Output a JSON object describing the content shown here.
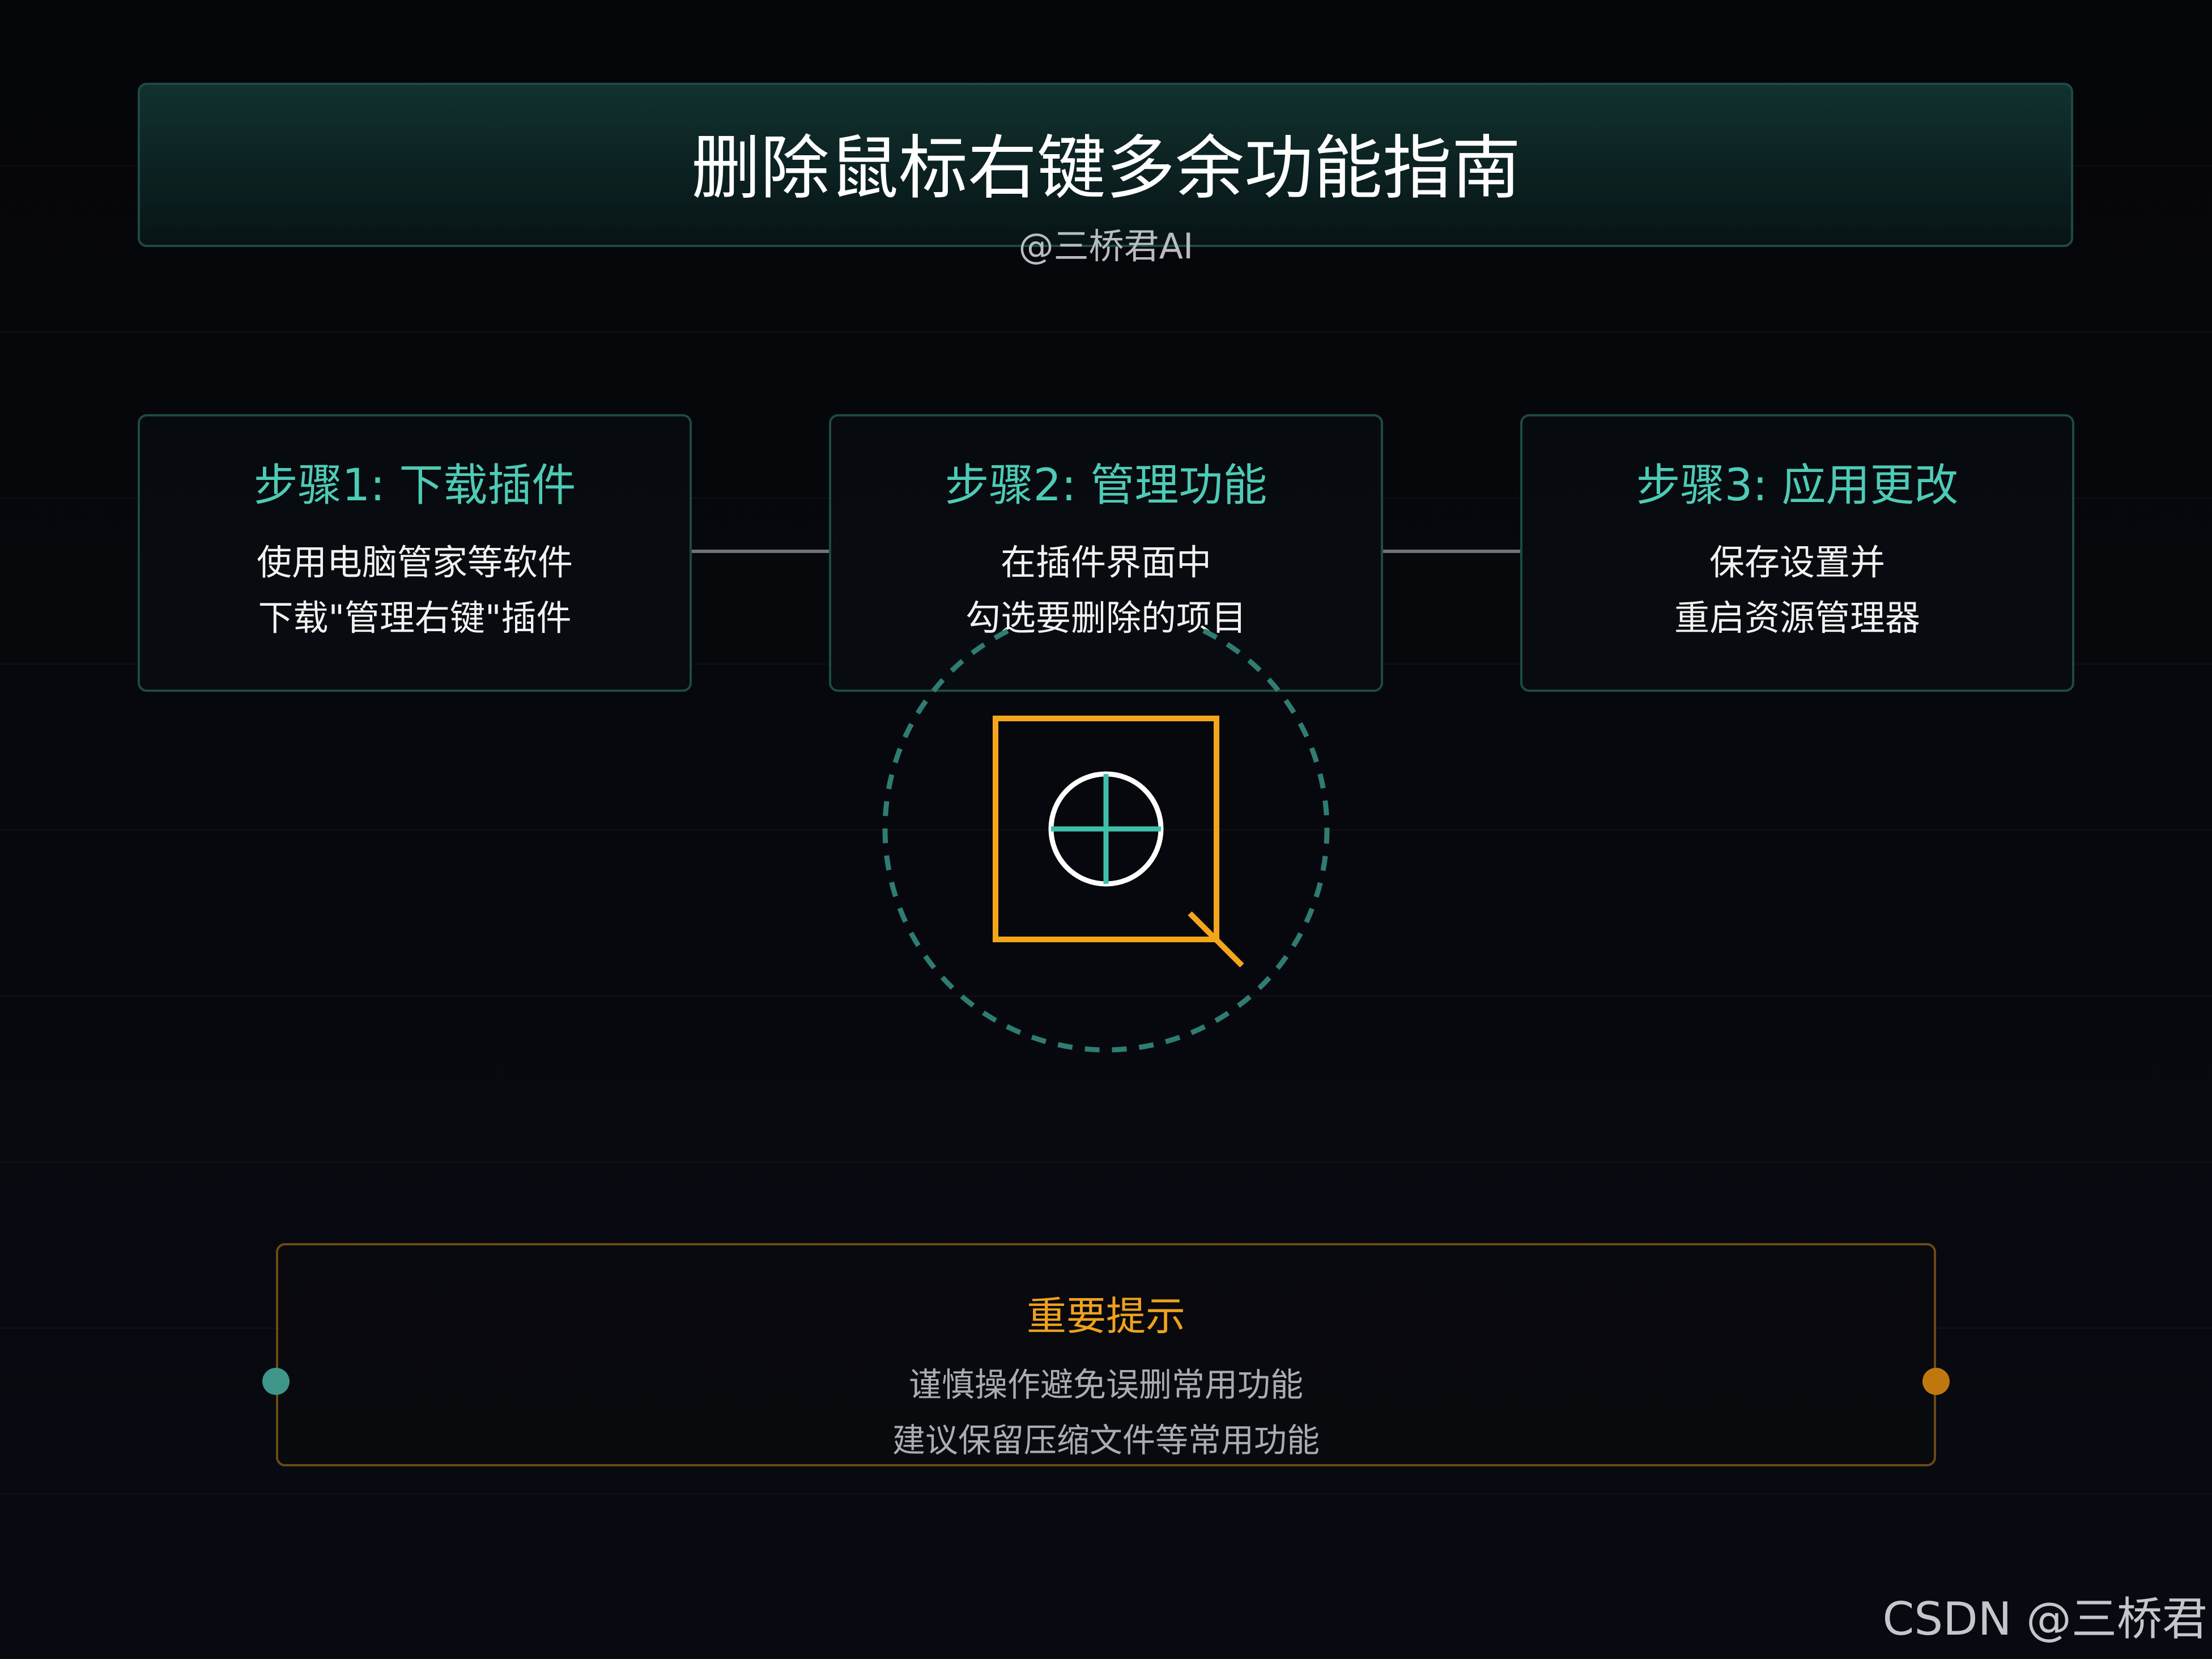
{
  "header": {
    "title": "删除鼠标右键多余功能指南",
    "subtitle": "@三桥君AI"
  },
  "steps": [
    {
      "title": "步骤1: 下载插件",
      "line1": "使用电脑管家等软件",
      "line2": "下载\"管理右键\"插件"
    },
    {
      "title": "步骤2: 管理功能",
      "line1": "在插件界面中",
      "line2": "勾选要删除的项目"
    },
    {
      "title": "步骤3: 应用更改",
      "line1": "保存设置并",
      "line2": "重启资源管理器"
    }
  ],
  "center_icon": {
    "name": "magnifier-crosshair-icon",
    "colors": {
      "frame": "#f5a51c",
      "ring": "#2f7c73",
      "crosshair": "#3fbfa9",
      "circle": "#ffffff"
    }
  },
  "tip": {
    "title": "重要提示",
    "line1": "谨慎操作避免误删常用功能",
    "line2": "建议保留压缩文件等常用功能"
  },
  "watermark": "CSDN @三桥君",
  "colors": {
    "background": "#06070b",
    "accent_teal": "#4ecbb6",
    "accent_orange": "#f0a21c",
    "box_border": "#1e4a44",
    "tip_border": "#6a4a14"
  }
}
